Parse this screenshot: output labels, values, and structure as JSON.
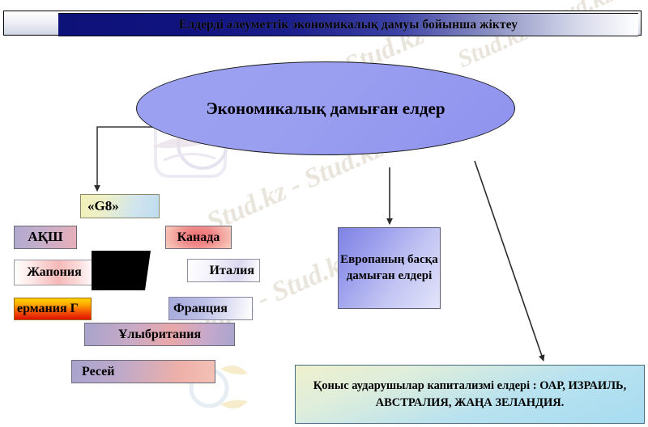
{
  "title": {
    "text": "Елдерді әлеуметтік экономикалық дамуы бойынша жіктеу",
    "bar_color": "#0d1278"
  },
  "diagram": {
    "root": {
      "label": "Экономикалық дамыған елдер",
      "shape": "ellipse",
      "fill": "#9b9ff0"
    },
    "branches": [
      {
        "id": "g8",
        "label": "«G8»",
        "fill_from": "#f2f0b8",
        "fill_to": "#bcdcee"
      },
      {
        "id": "europe",
        "label": "Европаның басқа дамыған елдері",
        "fill_from": "#7e82e3",
        "fill_to": "#e3e4fa"
      },
      {
        "id": "settler",
        "label": "Қоныс аударушылар капитализмі елдері : ОАР, ИЗРАИЛЬ, АВСТРАЛИЯ, ЖАҢА ЗЕЛАНДИЯ.",
        "fill_from": "#eef0cc",
        "fill_to": "#a6dcf1"
      }
    ],
    "g8_members": [
      {
        "id": "usa",
        "label": "АҚШ",
        "fill": "#c3aecb"
      },
      {
        "id": "canada",
        "label": "Канада",
        "fill": "#f07070"
      },
      {
        "id": "japan",
        "label": "Жапония",
        "fill": "#f5b8b8"
      },
      {
        "id": "italy",
        "label": "Италия",
        "fill": "#dbd8f0"
      },
      {
        "id": "germany",
        "label": "ермания  Г",
        "fill": "#f45a05"
      },
      {
        "id": "france",
        "label": "Франция",
        "fill": "#a7abdc"
      },
      {
        "id": "uk",
        "label": "Ұлыбритания",
        "fill": "#c9aac6"
      },
      {
        "id": "russia",
        "label": "Ресей",
        "fill": "#bfa9c9"
      }
    ]
  },
  "watermark": {
    "text": "Stud.kz - Stud.kz",
    "color": "#baa88c"
  }
}
